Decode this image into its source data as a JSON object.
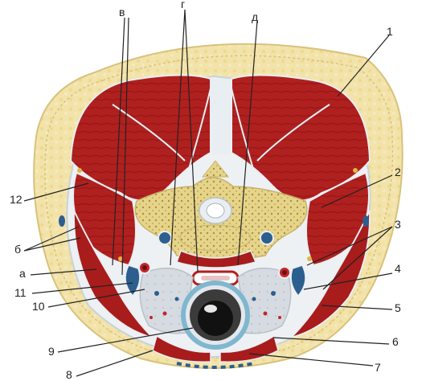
{
  "labels": {
    "l1": "1",
    "l2": "2",
    "l3": "3",
    "l4": "4",
    "l5": "5",
    "l6": "6",
    "l7": "7",
    "l8": "8",
    "l9": "9",
    "l10": "10",
    "l11": "11",
    "l12": "12",
    "la": "а",
    "lb": "б",
    "lv": "в",
    "lg": "г",
    "ld": "д"
  },
  "colors": {
    "background": "#ffffff",
    "skin_fat": "#f1dfa2",
    "muscle": "#b21f1f",
    "muscle_dark": "#7e1212",
    "fascia": "#e8eef2",
    "bone": "#e9d98a",
    "artery": "#c0262a",
    "vein": "#2c5e8e",
    "trachea_ring": "#7fb7cf",
    "thyroid_area": "#d9dde3",
    "leader_line": "#222222"
  }
}
